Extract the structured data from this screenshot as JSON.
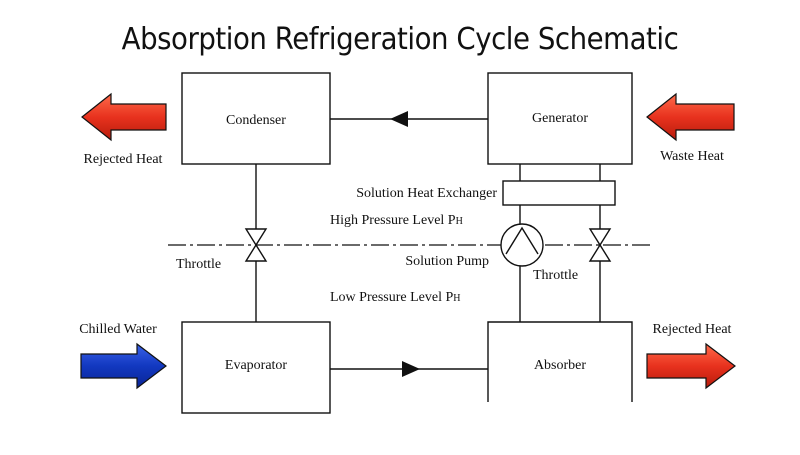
{
  "title": "Absorption Refrigeration Cycle Schematic",
  "components": {
    "condenser": "Condenser",
    "generator": "Generator",
    "evaporator": "Evaporator",
    "absorber": "Absorber",
    "heat_exchanger": "Solution Heat Exchanger",
    "pump": "Solution Pump",
    "throttle_left": "Throttle",
    "throttle_right": "Throttle"
  },
  "levels": {
    "high": "High Pressure Level P",
    "high_sub": "H",
    "low": "Low Pressure Level P",
    "low_sub": "H"
  },
  "heat_flows": {
    "rejected_top": "Rejected Heat",
    "waste": "Waste Heat",
    "chilled": "Chilled Water",
    "rejected_bottom": "Rejected Heat"
  },
  "colors": {
    "hot_arrow": "#e8321e",
    "cold_arrow": "#1238c0",
    "line": "#111111"
  }
}
